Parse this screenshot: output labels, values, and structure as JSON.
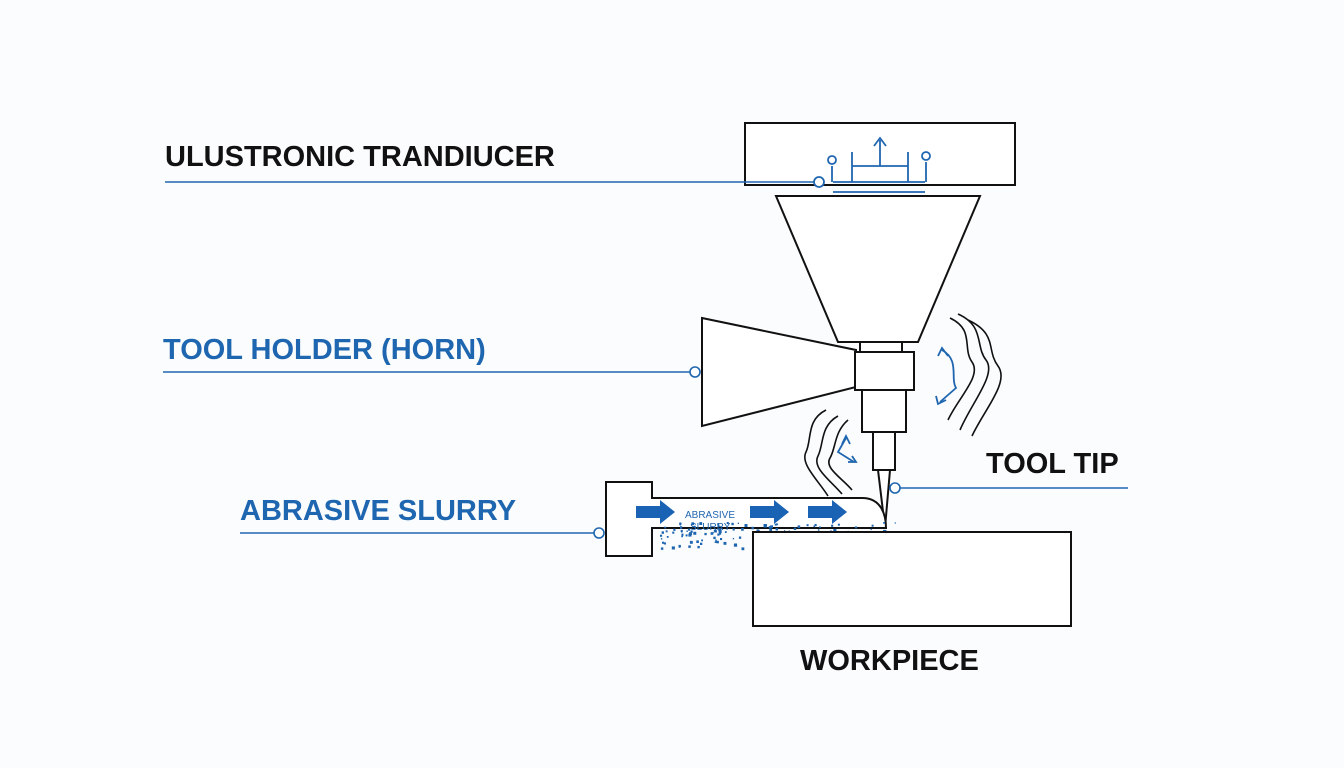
{
  "labels": {
    "transducer": "ULUSTRONIC TRANDIUCER",
    "tool_holder": "TOOL HOLDER (HORN)",
    "abrasive_slurry": "ABRASIVE SLURRY",
    "tool_tip": "TOOL TIP",
    "workpiece": "WORKPIECE",
    "slurry_inline_1": "ABRASIVE",
    "slurry_inline_2": "SLURRY"
  },
  "colors": {
    "ink": "#111111",
    "blue": "#1f66b0",
    "arrow_blue": "#1a62b3",
    "background": "#fbfcfd"
  }
}
